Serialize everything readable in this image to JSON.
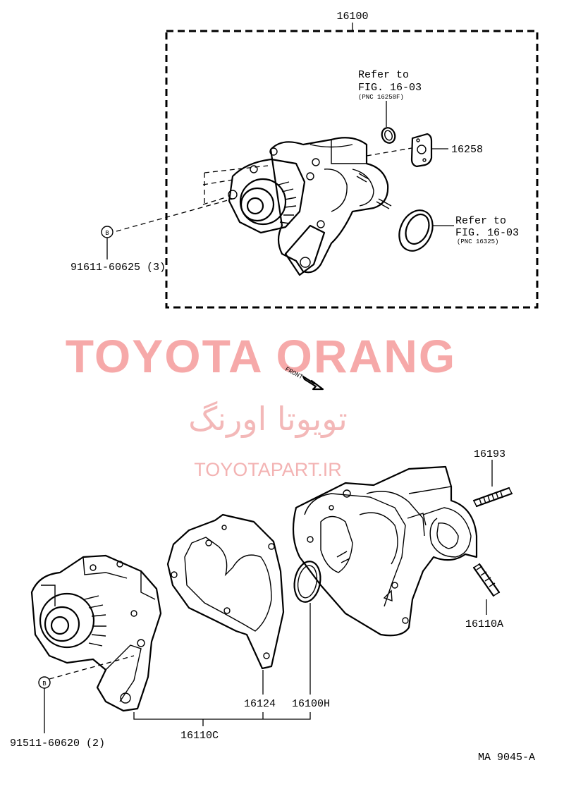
{
  "diagram": {
    "assembly": {
      "number": "16100",
      "refs": [
        {
          "line1": "Refer to",
          "line2": "FIG. 16-03",
          "line3": "(PNC 16258F)"
        },
        {
          "line1": "Refer to",
          "line2": "FIG. 16-03",
          "line3": "(PNC 16325)"
        }
      ],
      "gasket": "16258",
      "bolt": {
        "symbol": "B",
        "part": "91611-60625 (3)"
      }
    },
    "exploded": {
      "stud": "16193",
      "stud_a": "16110A",
      "gasket": "16124",
      "o_ring": "16100H",
      "subassembly": "16110C",
      "bolt": {
        "symbol": "B",
        "part": "91511-60620 (2)"
      },
      "front_label": "FRONT"
    },
    "figure_code": "MA 9045-A"
  },
  "watermark": {
    "brand": "TOYOTA ORANG",
    "persian": "تویوتا اورنگ",
    "url": "TOYOTAPART.IR",
    "color": "#f4a3a3"
  }
}
